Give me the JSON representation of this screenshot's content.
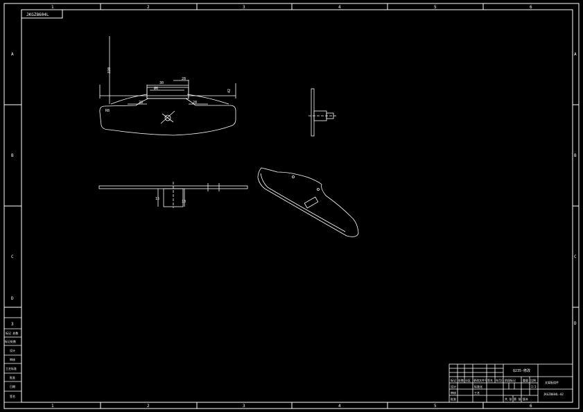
{
  "sheet": {
    "drawing_no": "JKGZ8604L",
    "zones_top": [
      "1",
      "2",
      "3",
      "4",
      "5",
      "6"
    ],
    "zones_bottom": [
      "1",
      "2",
      "3",
      "4",
      "5",
      "6"
    ],
    "rows_left": [
      "A",
      "B",
      "C",
      "D"
    ],
    "rows_right": [
      "A",
      "B",
      "C",
      "D"
    ]
  },
  "front_view": {
    "dims": [
      "30",
      "28",
      "Ø6",
      "28",
      "28",
      "42",
      "330"
    ],
    "hole_callout": "R8"
  },
  "section_view": {
    "dims": [
      "15",
      "13"
    ]
  },
  "left_panel": {
    "labels": [
      "3",
      "标记 处数",
      "标记处数",
      "设计",
      "审核",
      "工艺标准",
      "批准",
      "日期",
      "签名"
    ]
  },
  "title_block": {
    "material": "Q235-修改",
    "row_labels": [
      "标记",
      "处数",
      "分区",
      "更改文件号",
      "签名",
      "年月日"
    ],
    "design_labels": [
      "设计",
      "标准化",
      "审核",
      "工艺",
      "批准"
    ],
    "stage_labels": [
      "阶段标记",
      "重量",
      "比例"
    ],
    "scale": "1:1",
    "sheet_info": [
      "共 张",
      "第 张",
      "版本"
    ],
    "name": "支架板组件",
    "code": "JKGZ8604L-02"
  }
}
